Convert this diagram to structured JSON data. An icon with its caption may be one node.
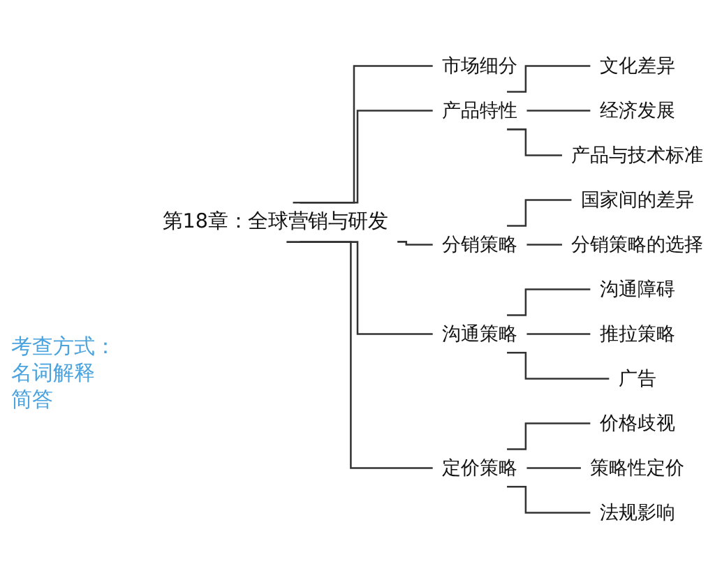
{
  "diagram": {
    "nodes": [
      {
        "text": [
          "第18章：全球营销与研发"
        ]
      },
      {
        "text": [
          "市场细分"
        ]
      },
      {
        "text": [
          "产品特性"
        ]
      },
      {
        "text": [
          "文化差异"
        ]
      },
      {
        "text": [
          "经济发展"
        ]
      },
      {
        "text": [
          "产品与技术标准"
        ]
      },
      {
        "text": [
          "分销策略"
        ]
      },
      {
        "text": [
          "国家间的差异"
        ]
      },
      {
        "text": [
          "分销策略的选择"
        ]
      },
      {
        "text": [
          "沟通策略"
        ]
      },
      {
        "text": [
          "沟通障碍"
        ]
      },
      {
        "text": [
          "推拉策略"
        ]
      },
      {
        "text": [
          "广告"
        ]
      },
      {
        "text": [
          "定价策略"
        ]
      },
      {
        "text": [
          "价格歧视"
        ]
      },
      {
        "text": [
          "策略性定价"
        ]
      },
      {
        "text": [
          "法规影响"
        ]
      }
    ],
    "edges": [
      {
        "from": 0,
        "to": 1,
        "arrow": "none"
      },
      {
        "from": 0,
        "to": 2,
        "arrow": "none"
      },
      {
        "from": 2,
        "to": 3,
        "arrow": "none"
      },
      {
        "from": 2,
        "to": 4,
        "arrow": "none"
      },
      {
        "from": 2,
        "to": 5,
        "arrow": "none"
      },
      {
        "from": 0,
        "to": 6,
        "arrow": "none"
      },
      {
        "from": 6,
        "to": 7,
        "arrow": "none"
      },
      {
        "from": 6,
        "to": 8,
        "arrow": "none"
      },
      {
        "from": 0,
        "to": 9,
        "arrow": "none"
      },
      {
        "from": 9,
        "to": 10,
        "arrow": "none"
      },
      {
        "from": 9,
        "to": 11,
        "arrow": "none"
      },
      {
        "from": 9,
        "to": 12,
        "arrow": "none"
      },
      {
        "from": 0,
        "to": 13,
        "arrow": "none"
      },
      {
        "from": 13,
        "to": 14,
        "arrow": "none"
      },
      {
        "from": 13,
        "to": 15,
        "arrow": "none"
      },
      {
        "from": 13,
        "to": 16,
        "arrow": "none"
      }
    ],
    "labels": [
      "考查方式：",
      "名词解释",
      "简答"
    ]
  }
}
